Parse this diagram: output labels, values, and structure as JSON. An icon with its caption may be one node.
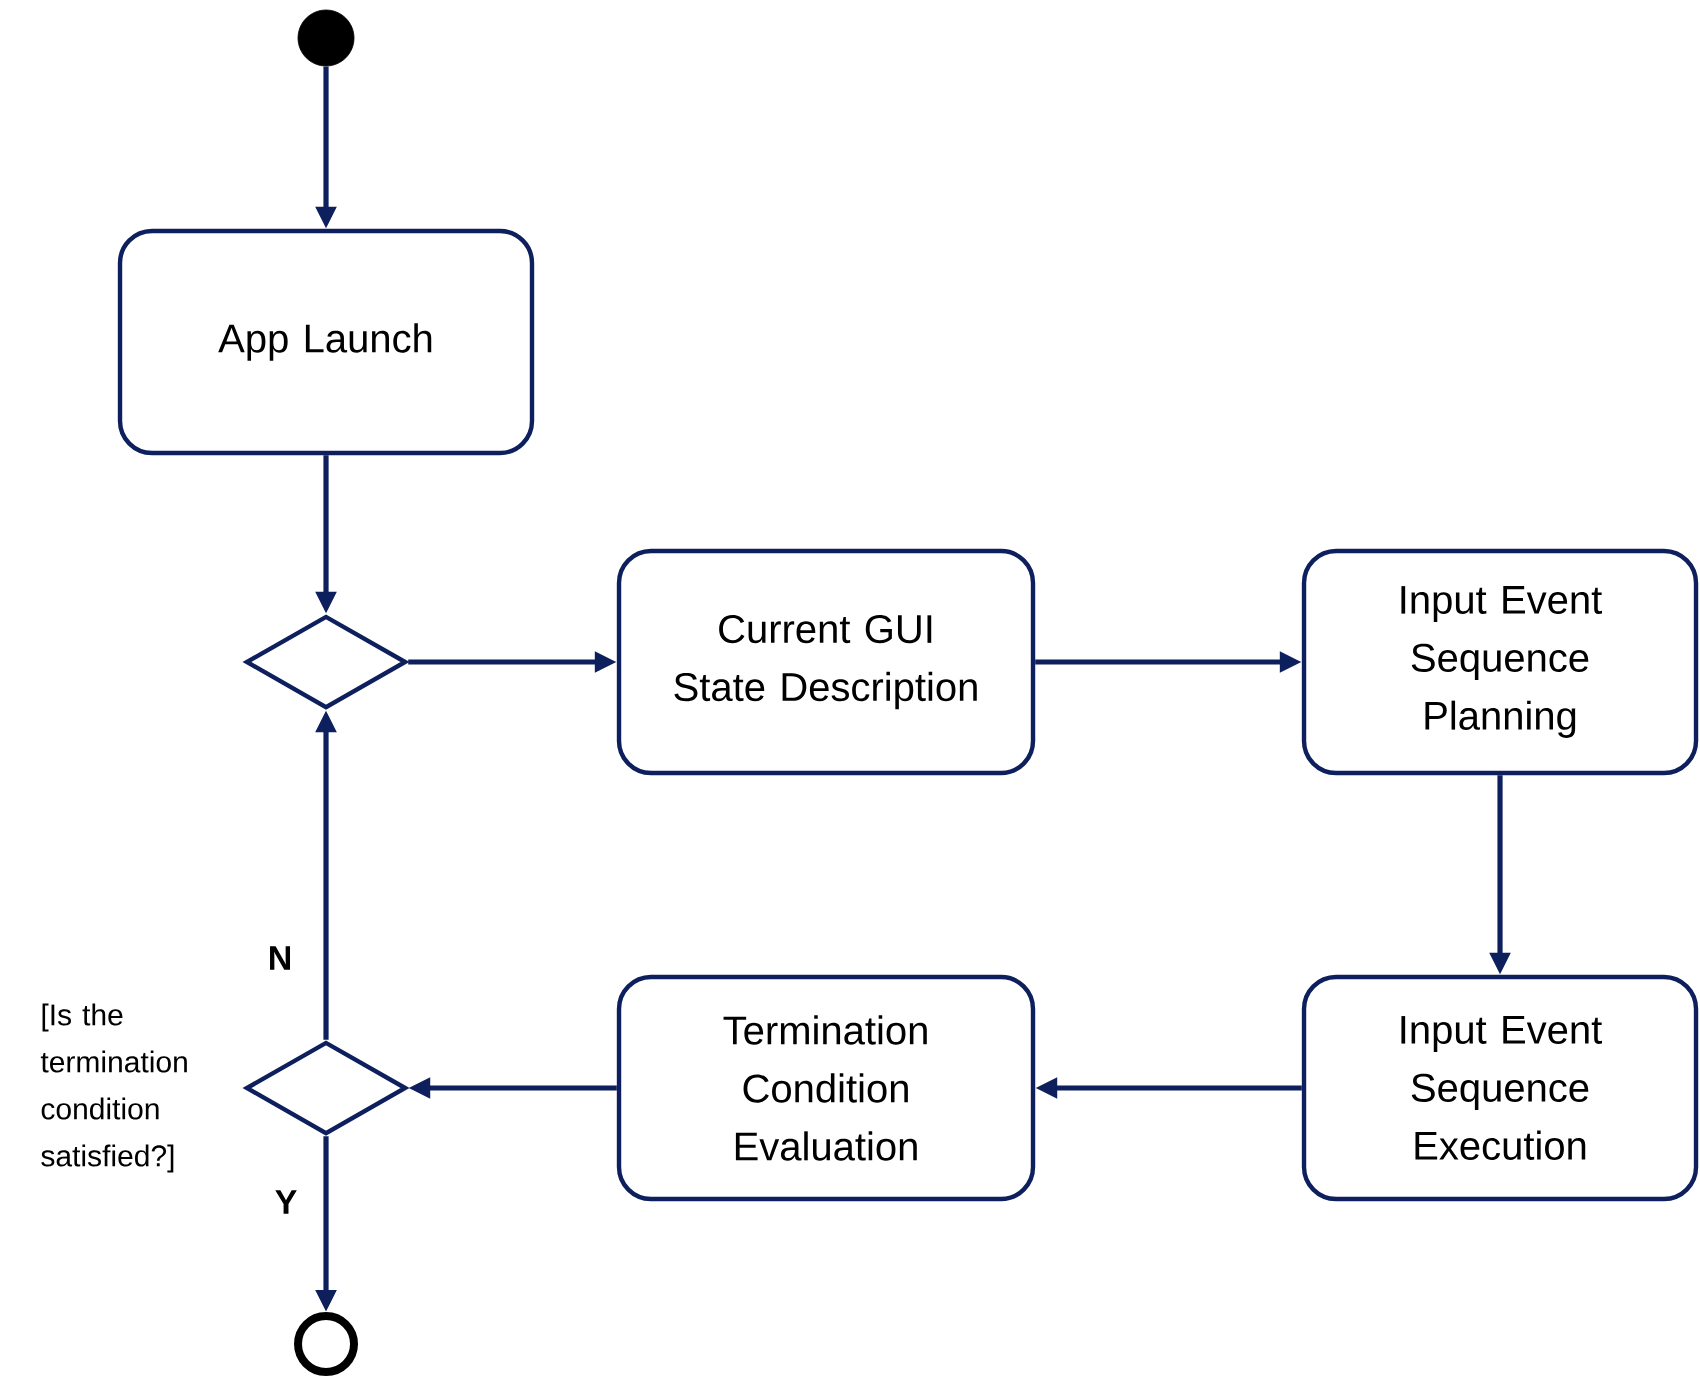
{
  "diagram": {
    "nodes": [
      {
        "text": [],
        "shape": "circle"
      },
      {
        "text": [
          "App Launch"
        ]
      },
      {
        "text": [],
        "shape": "diamond"
      },
      {
        "text": [
          "Current GUI State Description"
        ]
      },
      {
        "text": [
          "Input Event Sequence Planning"
        ]
      },
      {
        "text": [
          "Input Event Sequence Execution"
        ]
      },
      {
        "text": [
          "Termination Condition Evaluation"
        ]
      },
      {
        "text": [],
        "shape": "diamond",
        "beside": [
          "[Is the termination condition satisfied?]"
        ]
      },
      {
        "text": [],
        "shape": "circle"
      }
    ],
    "edges": [
      {
        "from": 0,
        "to": 1,
        "arrow": "to"
      },
      {
        "from": 1,
        "to": 2,
        "arrow": "to"
      },
      {
        "from": 2,
        "to": 3,
        "arrow": "to"
      },
      {
        "from": 3,
        "to": 4,
        "arrow": "to"
      },
      {
        "from": 4,
        "to": 5,
        "arrow": "to"
      },
      {
        "from": 5,
        "to": 6,
        "arrow": "to"
      },
      {
        "from": 6,
        "to": 7,
        "arrow": "to"
      },
      {
        "from": 7,
        "to": 2,
        "arrow": "to",
        "label": "N"
      },
      {
        "from": 7,
        "to": 8,
        "arrow": "to",
        "label": "Y"
      }
    ]
  }
}
